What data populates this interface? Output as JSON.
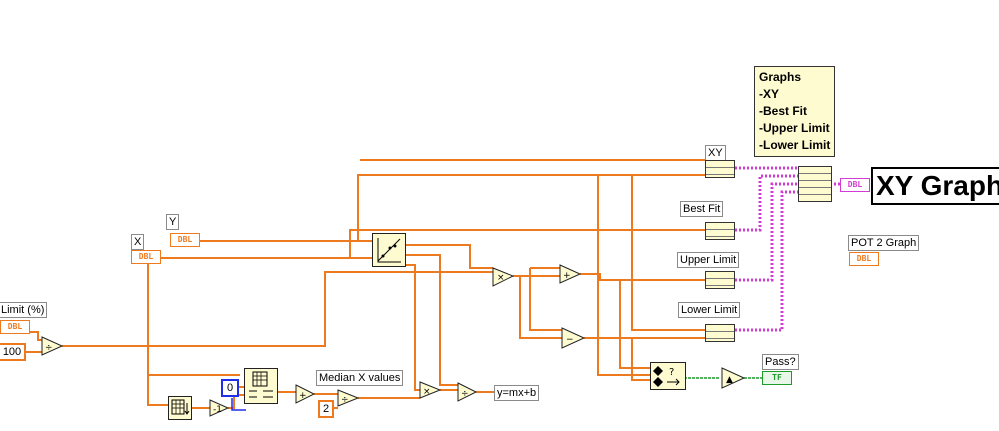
{
  "controls": {
    "x_label": "X",
    "y_label": "Y",
    "limit_label": "Limit (%)",
    "dbl_tag": "DBL",
    "pct_constant": "100",
    "zero_constant": "0",
    "two_constant": "2"
  },
  "comments": {
    "median_label": "Median X values",
    "equation_label": "y=mx+b",
    "graphs_note": [
      "Graphs",
      "-XY",
      "-Best Fit",
      "-Upper Limit",
      "-Lower Limit"
    ]
  },
  "bundles": {
    "xy": "XY",
    "best_fit": "Best Fit",
    "upper_limit": "Upper Limit",
    "lower_limit": "Lower Limit"
  },
  "outputs": {
    "graph_title": "XY Graph",
    "pot_graph_label": "POT 2 Graph",
    "pot_tag": "DBL",
    "pass_label": "Pass?",
    "pass_tag": "TF"
  },
  "colors": {
    "dbl_wire": "#ee7a1f",
    "cluster_wire": "#d33cd3",
    "bool_wire": "#1c9a2a",
    "node_fill": "#fffbd1"
  }
}
